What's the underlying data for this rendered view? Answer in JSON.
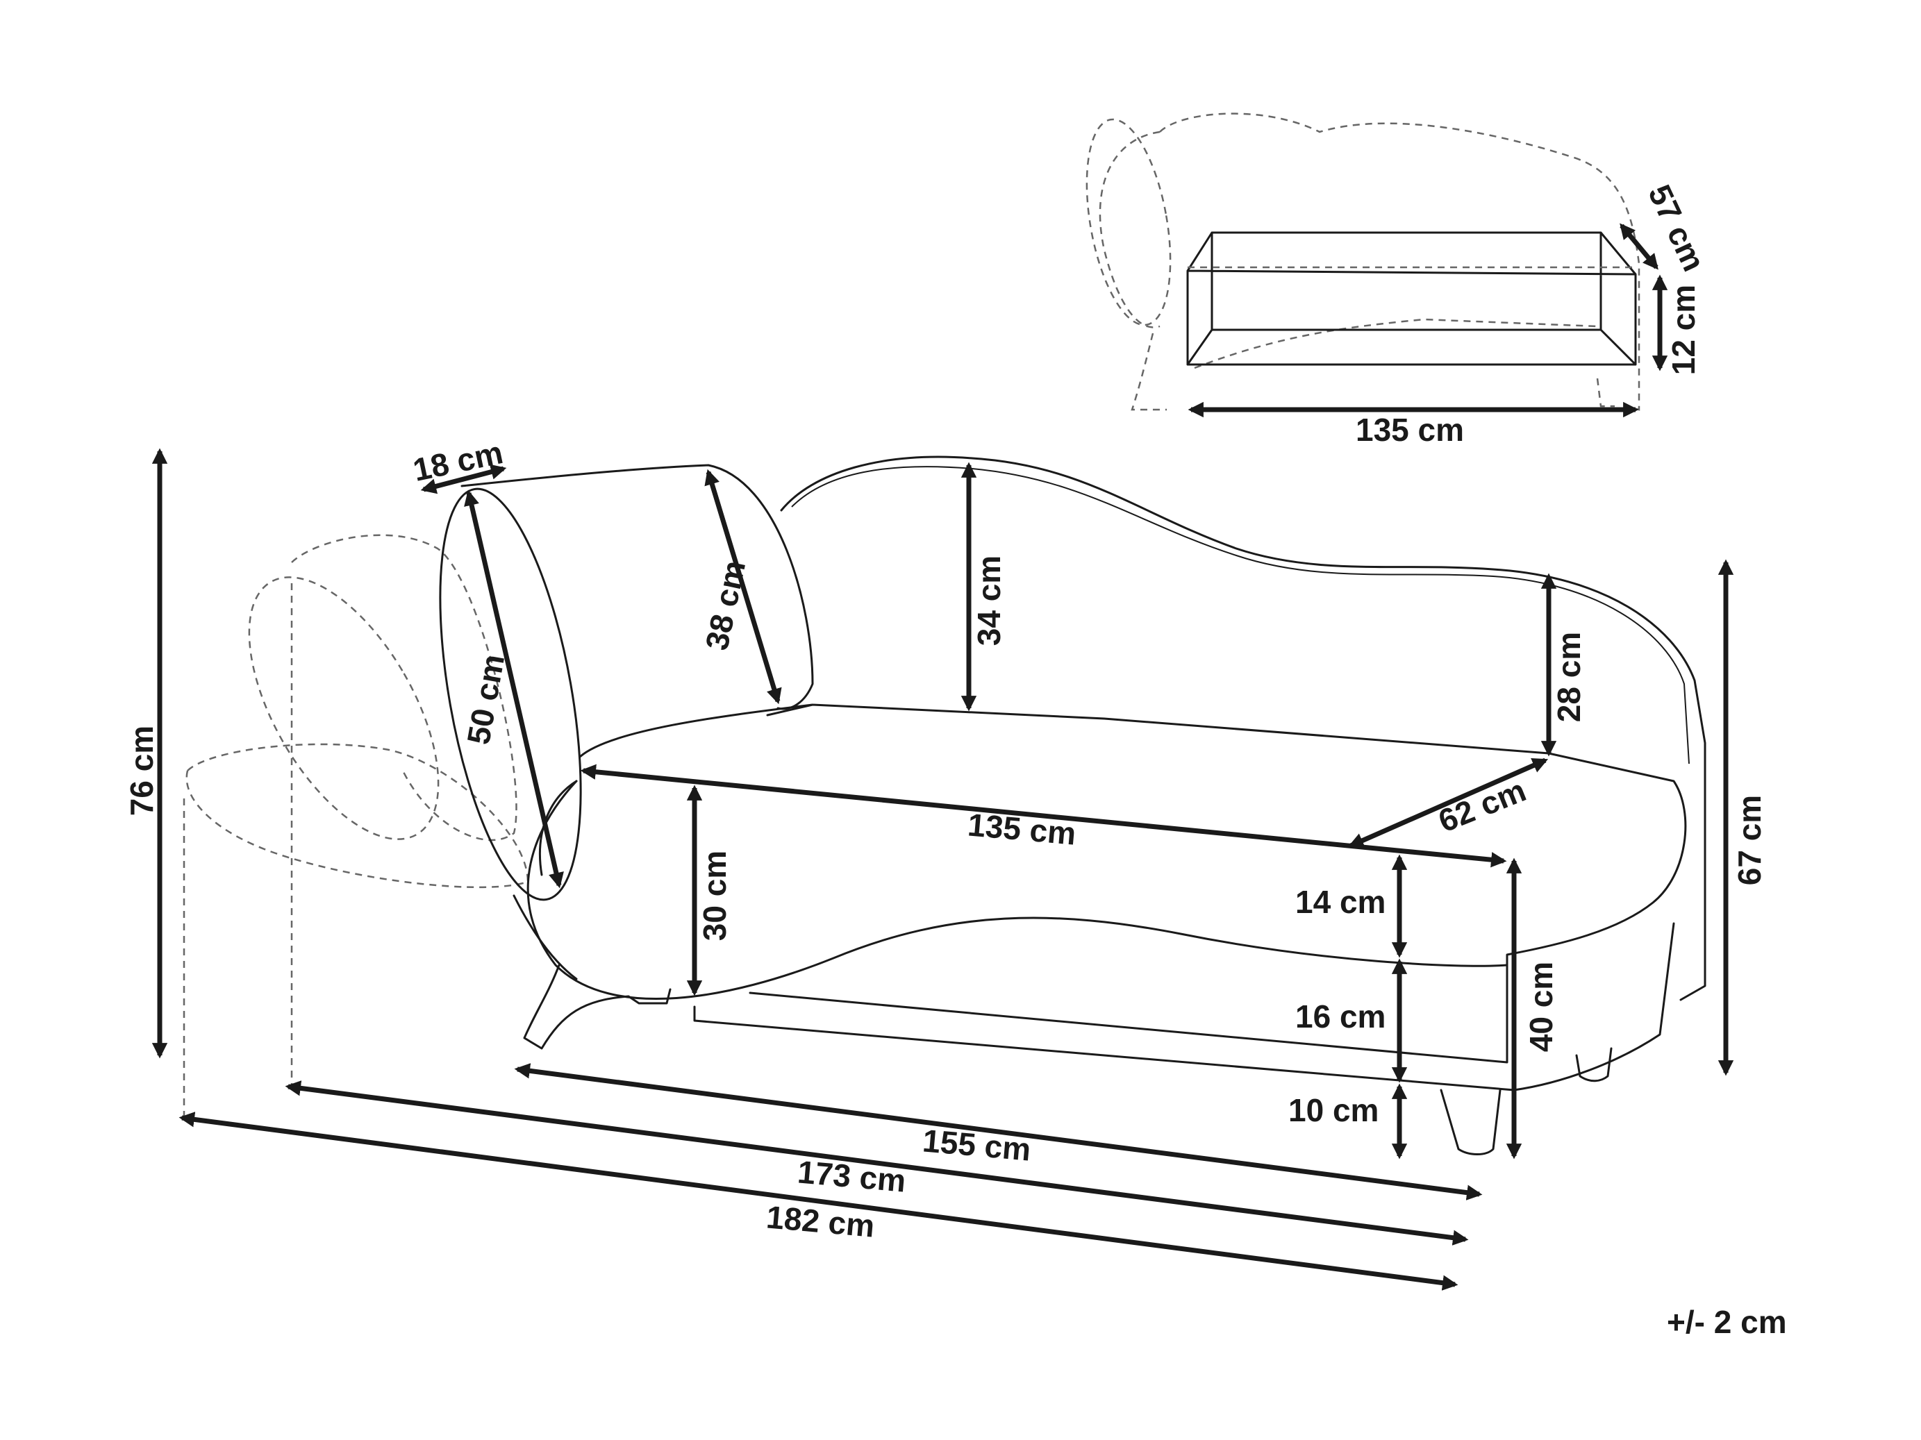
{
  "colors": {
    "line": "#1a1a1a",
    "ghost": "#666666",
    "background": "#ffffff"
  },
  "dimensions": {
    "pillow_thickness": "18 cm",
    "pillow_length": "50 cm",
    "pillow_height": "38 cm",
    "backrest_height": "34 cm",
    "armrest_height": "28 cm",
    "seat_length": "135 cm",
    "seat_depth": "62 cm",
    "seat_to_floor_side": "30 cm",
    "seat_cushion": "14 cm",
    "base_height": "16 cm",
    "leg_height": "10 cm",
    "seat_height": "40 cm",
    "total_height_arm": "67 cm",
    "total_height_pillow": "76 cm",
    "length_body": "155 cm",
    "length_with_pillow": "173 cm",
    "length_total": "182 cm",
    "storage_length": "135 cm",
    "storage_depth": "57 cm",
    "storage_height": "12 cm"
  },
  "tolerance": "+/- 2 cm"
}
